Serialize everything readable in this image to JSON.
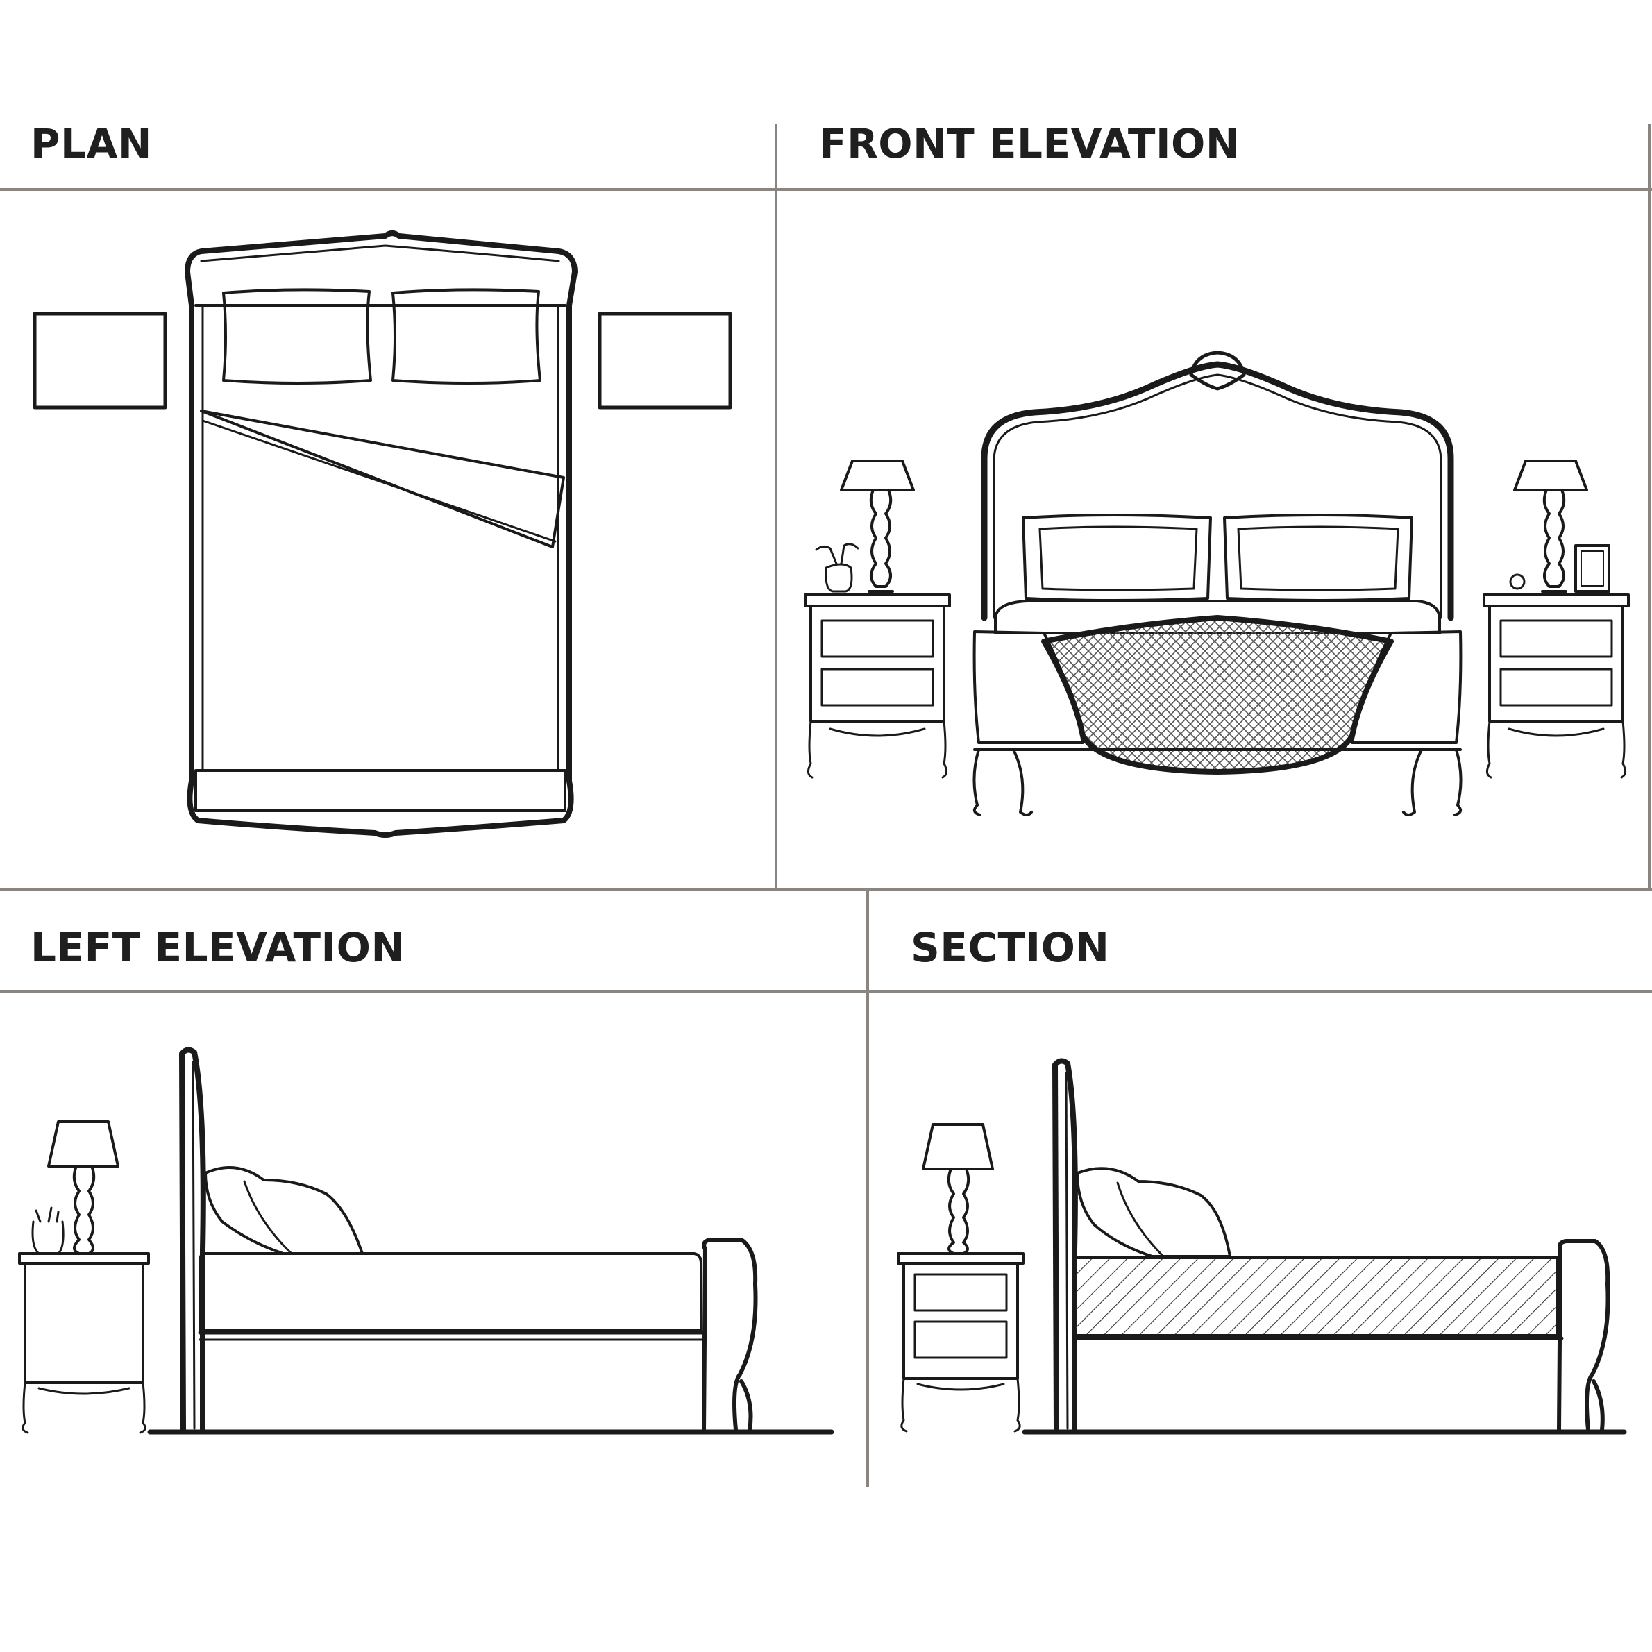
{
  "panels": {
    "plan": {
      "title": "PLAN"
    },
    "front_elevation": {
      "title": "FRONT ELEVATION"
    },
    "left_elevation": {
      "title": "LEFT ELEVATION"
    },
    "section": {
      "title": "SECTION"
    }
  },
  "colors": {
    "line": "#1a1a1a",
    "frame": "#8a8580",
    "title": "#1f1f1f",
    "background": "#ffffff"
  }
}
